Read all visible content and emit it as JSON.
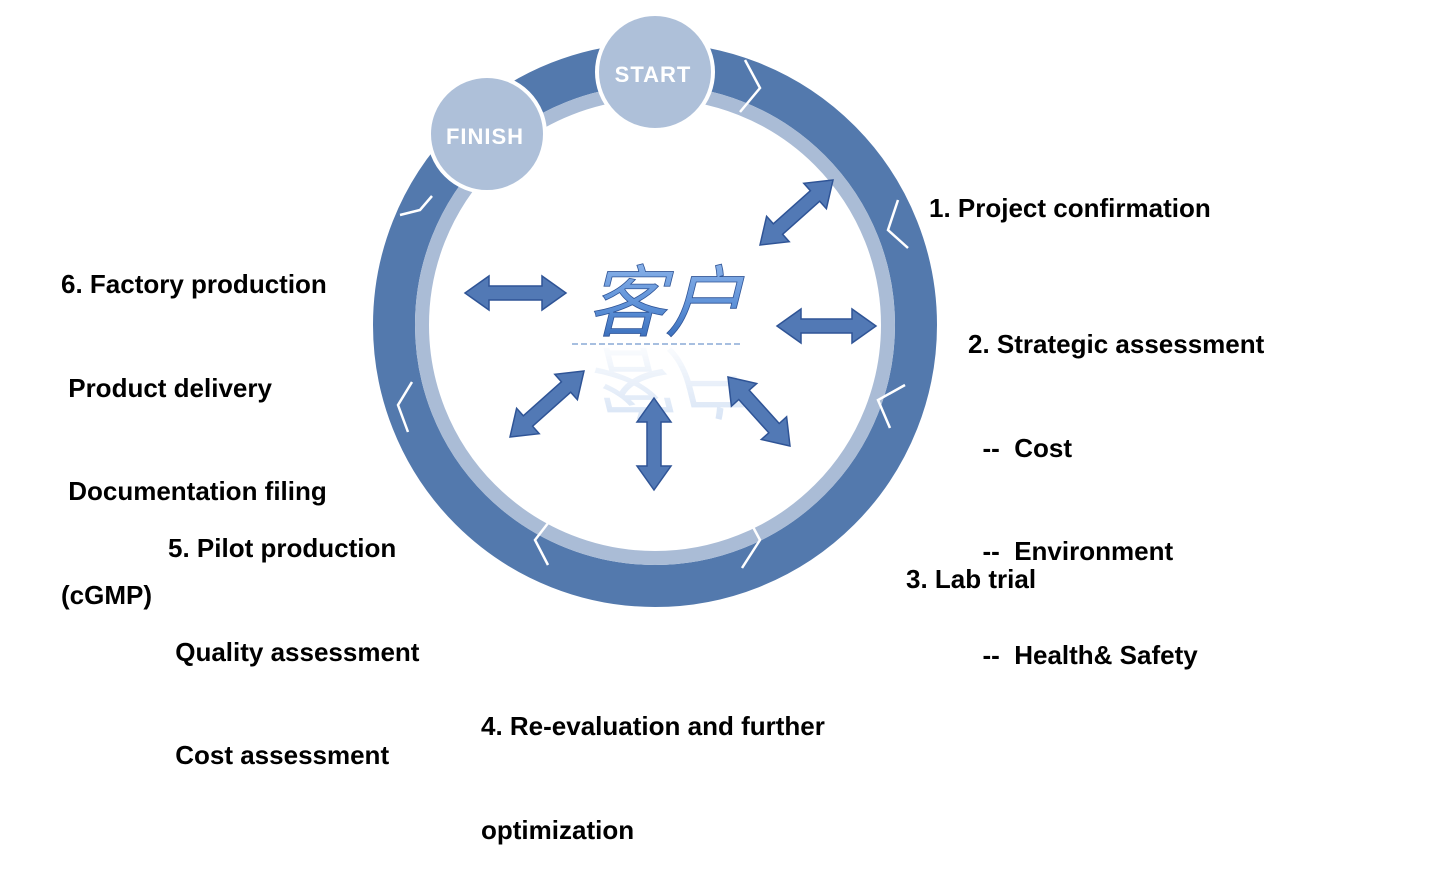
{
  "start_label": "START",
  "finish_label": "FINISH",
  "center_label": "客户",
  "steps": [
    {
      "id": "step-1",
      "lines": [
        "1. Project confirmation"
      ]
    },
    {
      "id": "step-2",
      "lines": [
        "2. Strategic assessment",
        "  --  Cost",
        "  --  Environment",
        "  --  Health& Safety"
      ]
    },
    {
      "id": "step-3",
      "lines": [
        "3. Lab trial"
      ]
    },
    {
      "id": "step-4",
      "lines": [
        "4. Re-evaluation and further",
        "optimization"
      ]
    },
    {
      "id": "step-5",
      "lines": [
        "5. Pilot production",
        " Quality assessment",
        " Cost assessment"
      ]
    },
    {
      "id": "step-6",
      "lines": [
        "6. Factory production",
        " Product delivery",
        " Documentation filing",
        "(cGMP)"
      ]
    }
  ],
  "colors": {
    "ring_dark": "#5379ad",
    "ring_light": "#aabcd6",
    "circle_fill": "#aec0d9",
    "arrow_fill": "#5279b5",
    "arrow_stroke": "#2f5496",
    "center_text": "#5b8fd6"
  }
}
